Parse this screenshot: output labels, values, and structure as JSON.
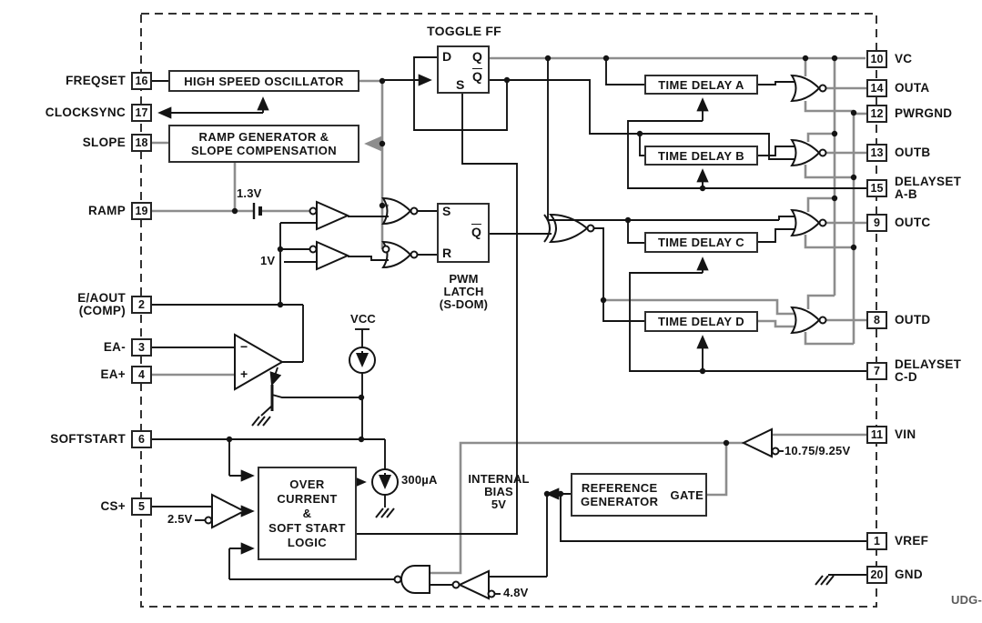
{
  "footer": {
    "code": "UDG-"
  },
  "captions": {
    "toggle_ff": "TOGGLE FF",
    "pwm_latch": "PWM\nLATCH\n(S-DOM)",
    "internal_bias": "INTERNAL\nBIAS\n5V"
  },
  "blocks": {
    "oscillator": "HIGH SPEED OSCILLATOR",
    "ramp_generator": "RAMP GENERATOR &\nSLOPE COMPENSATION",
    "time_delay_a": "TIME DELAY A",
    "time_delay_b": "TIME DELAY B",
    "time_delay_c": "TIME DELAY C",
    "time_delay_d": "TIME DELAY D",
    "oc_softstart": "OVER\nCURRENT\n&\nSOFT START\nLOGIC",
    "reference_generator": "REFERENCE\nGENERATOR",
    "reference_gate": "GATE"
  },
  "flipflop": {
    "d": "D",
    "q": "Q",
    "qbar": "Q",
    "s": "S"
  },
  "pwm_latch_pins": {
    "s": "S",
    "r": "R",
    "qbar": "Q"
  },
  "annotations": {
    "ramp_offset": "1.3V",
    "comp2_threshold": "1V",
    "cs_threshold": "2.5V",
    "vcc": "VCC",
    "softstart_current": "300µA",
    "vref_threshold": "4.8V",
    "uvlo_threshold": "10.75/9.25V"
  },
  "pins_left": [
    {
      "number": "16",
      "label": "FREQSET"
    },
    {
      "number": "17",
      "label": "CLOCKSYNC"
    },
    {
      "number": "18",
      "label": "SLOPE"
    },
    {
      "number": "19",
      "label": "RAMP"
    },
    {
      "number": "2",
      "label": "E/AOUT\n(COMP)"
    },
    {
      "number": "3",
      "label": "EA-"
    },
    {
      "number": "4",
      "label": "EA+"
    },
    {
      "number": "6",
      "label": "SOFTSTART"
    },
    {
      "number": "5",
      "label": "CS+"
    }
  ],
  "pins_right": [
    {
      "number": "10",
      "label": "VC"
    },
    {
      "number": "14",
      "label": "OUTA"
    },
    {
      "number": "12",
      "label": "PWRGND"
    },
    {
      "number": "13",
      "label": "OUTB"
    },
    {
      "number": "15",
      "label": "DELAYSET\nA-B"
    },
    {
      "number": "9",
      "label": "OUTC"
    },
    {
      "number": "8",
      "label": "OUTD"
    },
    {
      "number": "7",
      "label": "DELAYSET\nC-D"
    },
    {
      "number": "11",
      "label": "VIN"
    },
    {
      "number": "1",
      "label": "VREF"
    },
    {
      "number": "20",
      "label": "GND"
    }
  ]
}
